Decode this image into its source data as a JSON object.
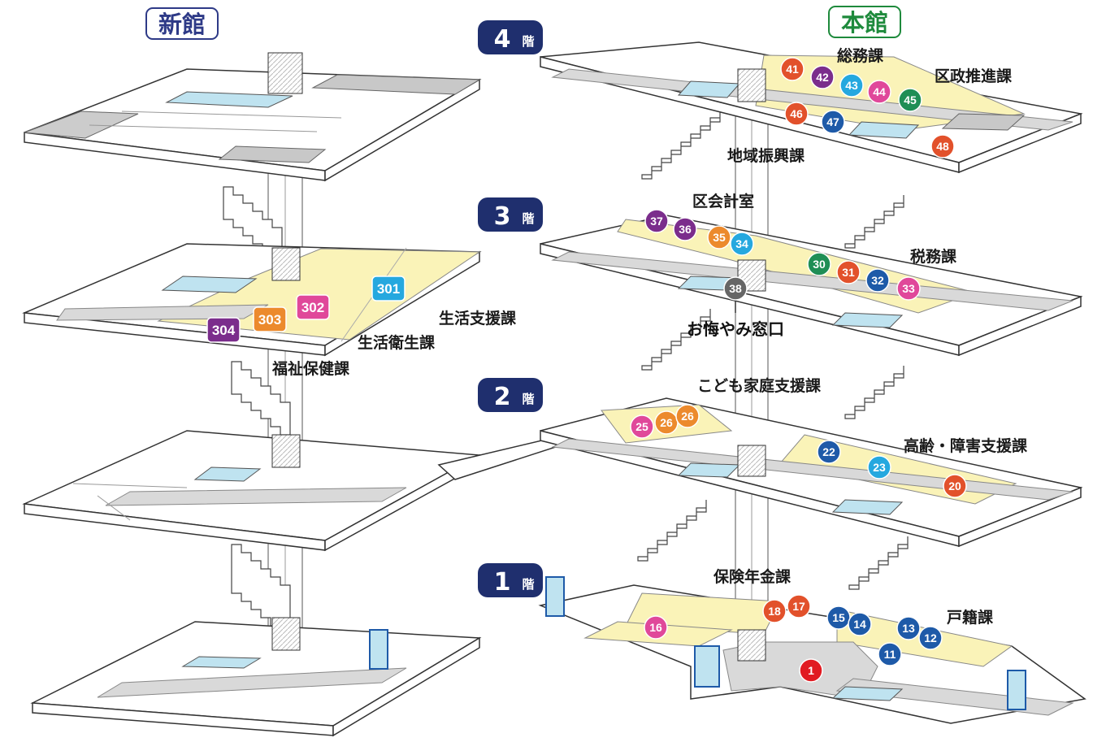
{
  "buildings": {
    "new": {
      "label": "新館",
      "color": "#2e3a87"
    },
    "main": {
      "label": "本館",
      "color": "#1e8a3c"
    }
  },
  "floors": [
    {
      "id": "f4",
      "num": "4",
      "suffix": "階"
    },
    {
      "id": "f3",
      "num": "3",
      "suffix": "階"
    },
    {
      "id": "f2",
      "num": "2",
      "suffix": "階"
    },
    {
      "id": "f1",
      "num": "1",
      "suffix": "階"
    }
  ],
  "departments": {
    "somu": "総務課",
    "kusei": "区政推進課",
    "chiiki": "地域振興課",
    "kaikei": "区会計室",
    "zeimu": "税務課",
    "okuyami": "お悔やみ窓口",
    "kodomo": "こども家庭支援課",
    "korei": "高齢・障害支援課",
    "hoken": "保険年金課",
    "koseki": "戸籍課",
    "seikatsu_shien": "生活支援課",
    "seikatsu_eisei": "生活衛生課",
    "fukushi": "福祉保健課"
  },
  "colors": {
    "floor_fill": "#ffffff",
    "corridor": "#d9d9d9",
    "dept_area": "#faf3b8",
    "glass": "#bfe3f0",
    "outline": "#333333",
    "navy": "#1f2f6e",
    "orange": "#ec8a2d",
    "red_orange": "#e2512b",
    "purple": "#7b2d8c",
    "sky": "#25a8df",
    "pink": "#e0489a",
    "green": "#1f8e55",
    "blue": "#1e5aa8",
    "red": "#e11b22",
    "gray": "#666666"
  },
  "markers": [
    {
      "id": "41",
      "label": "41",
      "color": "red_orange"
    },
    {
      "id": "42",
      "label": "42",
      "color": "purple"
    },
    {
      "id": "43",
      "label": "43",
      "color": "sky"
    },
    {
      "id": "44",
      "label": "44",
      "color": "pink"
    },
    {
      "id": "45",
      "label": "45",
      "color": "green"
    },
    {
      "id": "46",
      "label": "46",
      "color": "red_orange"
    },
    {
      "id": "47",
      "label": "47",
      "color": "blue"
    },
    {
      "id": "48",
      "label": "48",
      "color": "red_orange"
    },
    {
      "id": "37",
      "label": "37",
      "color": "purple"
    },
    {
      "id": "36",
      "label": "36",
      "color": "purple"
    },
    {
      "id": "35",
      "label": "35",
      "color": "orange"
    },
    {
      "id": "34",
      "label": "34",
      "color": "sky"
    },
    {
      "id": "30",
      "label": "30",
      "color": "green"
    },
    {
      "id": "31",
      "label": "31",
      "color": "red_orange"
    },
    {
      "id": "32",
      "label": "32",
      "color": "blue"
    },
    {
      "id": "33",
      "label": "33",
      "color": "pink"
    },
    {
      "id": "38",
      "label": "38",
      "color": "gray"
    },
    {
      "id": "25",
      "label": "25",
      "color": "pink"
    },
    {
      "id": "26a",
      "label": "26",
      "color": "orange"
    },
    {
      "id": "26b",
      "label": "26",
      "color": "orange"
    },
    {
      "id": "22",
      "label": "22",
      "color": "blue"
    },
    {
      "id": "23",
      "label": "23",
      "color": "sky"
    },
    {
      "id": "20",
      "label": "20",
      "color": "red_orange"
    },
    {
      "id": "18",
      "label": "18",
      "color": "red_orange"
    },
    {
      "id": "17",
      "label": "17",
      "color": "red_orange"
    },
    {
      "id": "16",
      "label": "16",
      "color": "pink"
    },
    {
      "id": "15",
      "label": "15",
      "color": "blue"
    },
    {
      "id": "14",
      "label": "14",
      "color": "blue"
    },
    {
      "id": "13",
      "label": "13",
      "color": "blue"
    },
    {
      "id": "12",
      "label": "12",
      "color": "blue"
    },
    {
      "id": "11",
      "label": "11",
      "color": "blue"
    },
    {
      "id": "1",
      "label": "1",
      "color": "red"
    }
  ],
  "square_markers": [
    {
      "id": "301",
      "label": "301",
      "color": "sky"
    },
    {
      "id": "302",
      "label": "302",
      "color": "pink"
    },
    {
      "id": "303",
      "label": "303",
      "color": "orange"
    },
    {
      "id": "304",
      "label": "304",
      "color": "purple"
    }
  ]
}
